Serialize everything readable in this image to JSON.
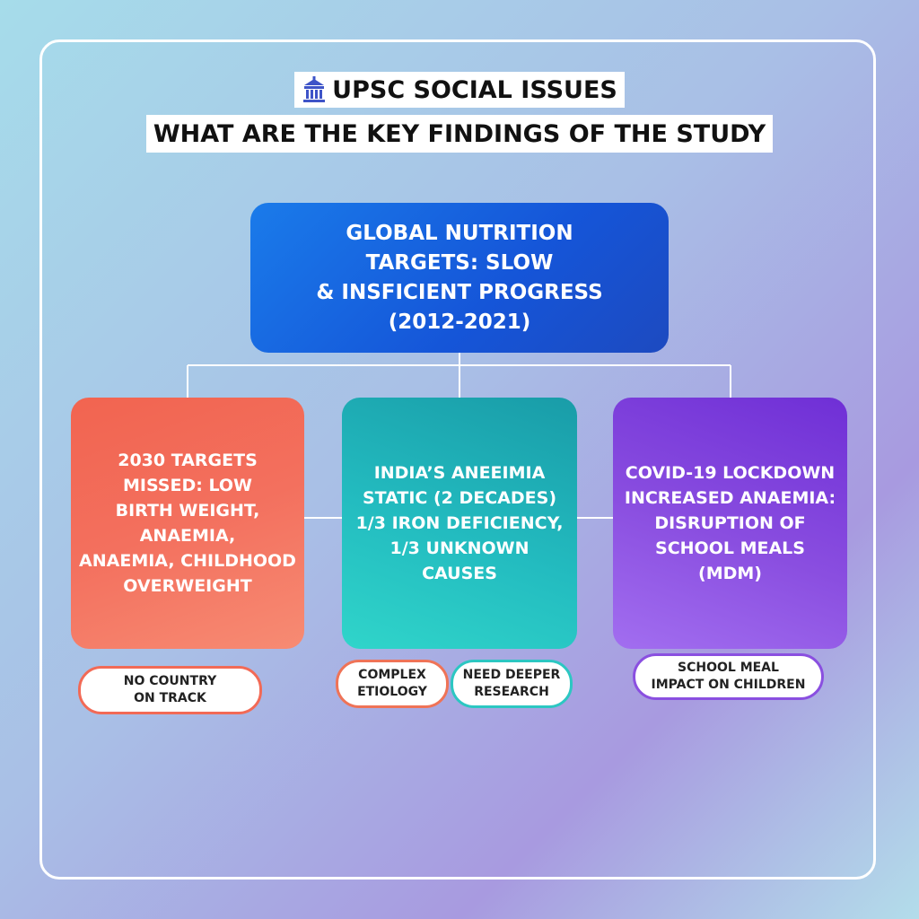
{
  "header": {
    "line1": "UPSC SOCIAL ISSUES",
    "line2": "WHAT ARE THE KEY FINDINGS OF THE STUDY",
    "icon": "temple-icon"
  },
  "root": {
    "text": "GLOBAL NUTRITION\nTARGETS: SLOW\n& INSFICIENT PROGRESS\n(2012-2021)"
  },
  "branches": [
    {
      "text": "2030 TARGETS\nMISSED: LOW\nBIRTH WEIGHT, ANAEMIA,\nANAEMIA, CHILDHOOD\nOVERWEIGHT",
      "tags": [
        "NO COUNTRY\nON TRACK"
      ]
    },
    {
      "text": "INDIA’S ANEEIMIA\nSTATIC (2 DECADES)\n1/3 IRON DEFICIENCY,\n1/3 UNKNOWN\nCAUSES",
      "tags": [
        "COMPLEX\nETIOLOGY",
        "NEED DEEPER\nRESEARCH"
      ]
    },
    {
      "text": "COVID-19 LOCKDOWN\nINCREASED ANAEMIA:\nDISRUPTION OF\nSCHOOL MEALS\n(MDM)",
      "tags": [
        "SCHOOL MEAL\nIMPACT ON CHILDREN"
      ]
    }
  ],
  "colors": {
    "root": "#1a6ae6",
    "branch_left": "#f26450",
    "branch_mid": "#23bcc0",
    "branch_right": "#8a4ee0",
    "connector": "#ffffff"
  }
}
